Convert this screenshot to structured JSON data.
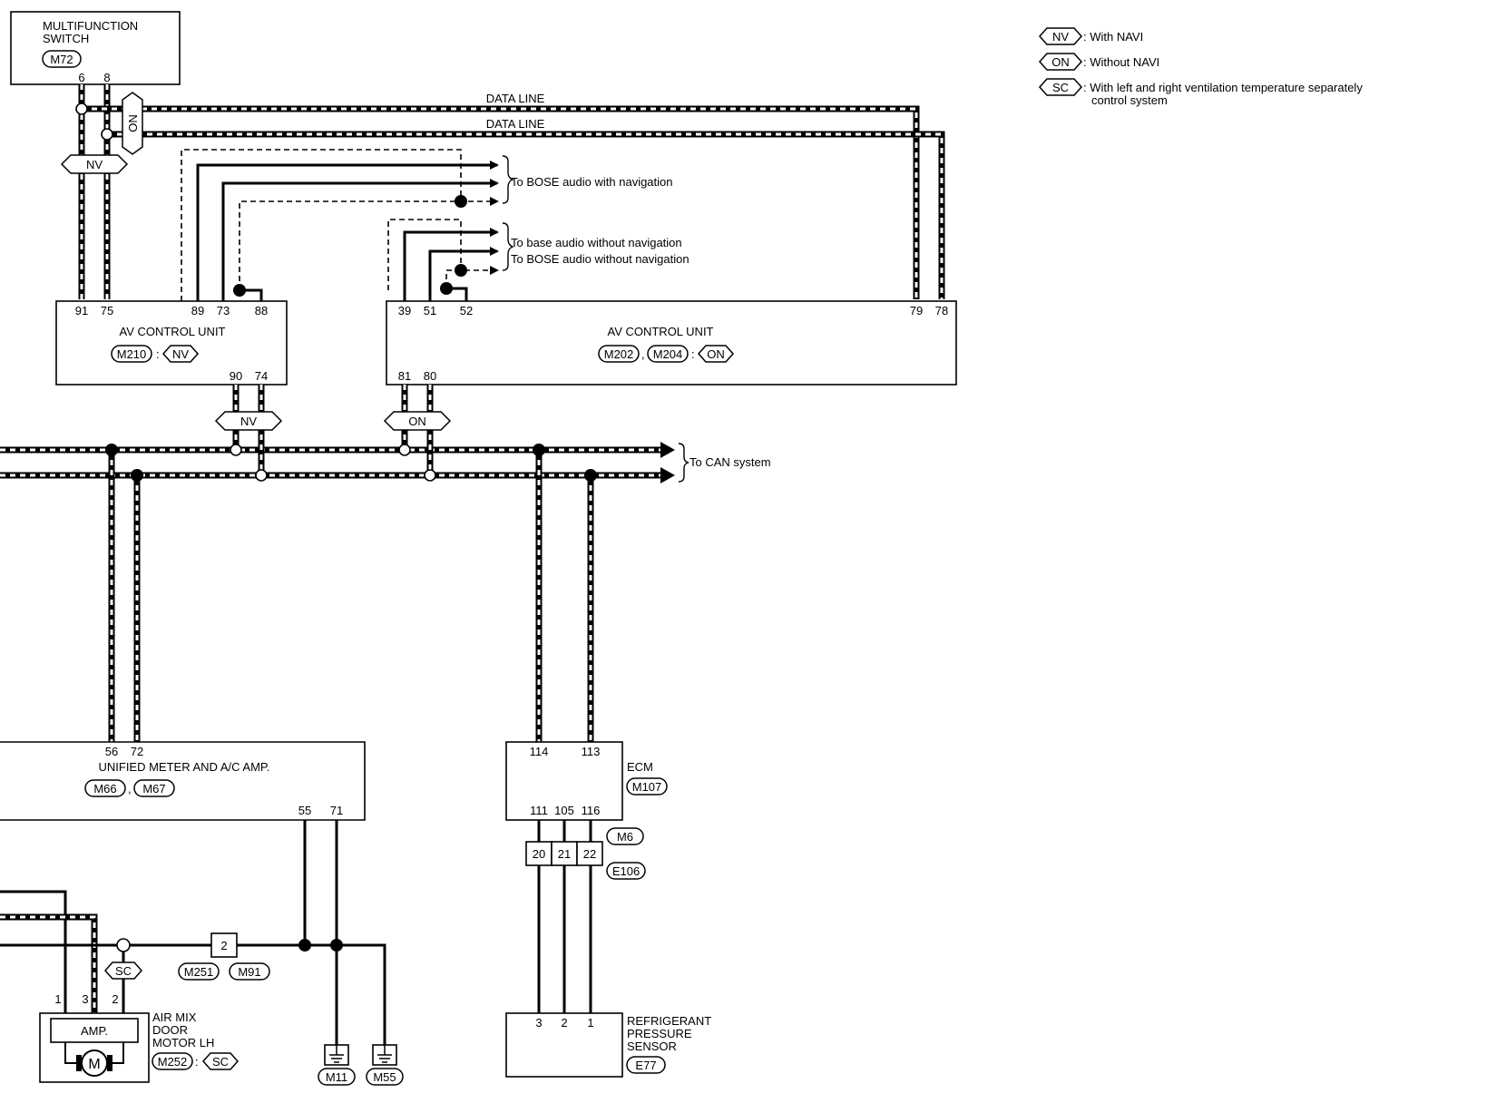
{
  "legend": [
    {
      "tag": "NV",
      "text": ": With NAVI"
    },
    {
      "tag": "ON",
      "text": ": Without NAVI"
    },
    {
      "tag": "SC",
      "text": ": With left and right ventilation temperature separately",
      "text2": "control system"
    }
  ],
  "multifunction_switch": {
    "line1": "MULTIFUNCTION",
    "line2": "SWITCH",
    "connector": "M72",
    "pins": [
      "6",
      "8"
    ]
  },
  "data_line_label": "DATA LINE",
  "nv_tag": "NV",
  "on_tag": "ON",
  "sc_tag": "SC",
  "destinations": {
    "bose_nav": "To BOSE audio with navigation",
    "base_no_nav": "To base audio without navigation",
    "bose_no_nav": "To BOSE audio without navigation",
    "can": "To CAN system"
  },
  "av_unit_1": {
    "name": "AV CONTROL UNIT",
    "connector": "M210",
    "sep": ":",
    "tag": "NV",
    "top_pins": [
      "91",
      "75",
      "89",
      "73",
      "88"
    ],
    "bottom_pins": [
      "90",
      "74"
    ]
  },
  "av_unit_2": {
    "name": "AV CONTROL UNIT",
    "connectors": [
      "M202",
      "M204"
    ],
    "comma": ",",
    "sep": ":",
    "tag": "ON",
    "top_pins": [
      "39",
      "51",
      "52",
      "79",
      "78"
    ],
    "bottom_pins": [
      "81",
      "80"
    ]
  },
  "meter_amp": {
    "name": "UNIFIED METER AND A/C AMP.",
    "connectors": [
      "M66",
      "M67"
    ],
    "comma": ",",
    "top_pins": [
      "56",
      "72"
    ],
    "bottom_pins": [
      "55",
      "71"
    ]
  },
  "ecm": {
    "name": "ECM",
    "connector": "M107",
    "top_pins": [
      "114",
      "113"
    ],
    "bottom_pins": [
      "111",
      "105",
      "116"
    ]
  },
  "joint_connector": {
    "pins": [
      "20",
      "21",
      "22"
    ],
    "top": "M6",
    "bottom": "E106"
  },
  "refrigerant_sensor": {
    "line1": "REFRIGERANT",
    "line2": "PRESSURE",
    "line3": "SENSOR",
    "connector": "E77",
    "pins": [
      "3",
      "2",
      "1"
    ]
  },
  "air_mix_motor": {
    "line1": "AIR MIX",
    "line2": "DOOR",
    "line3": "MOTOR LH",
    "connector": "M252",
    "sep": ":",
    "tag": "SC",
    "amp_label": "AMP.",
    "motor_label": "M",
    "pins": [
      "1",
      "3",
      "2"
    ]
  },
  "splice": {
    "pin": "2",
    "connectors": [
      "M251",
      "M91"
    ]
  },
  "grounds": [
    "M11",
    "M55"
  ]
}
